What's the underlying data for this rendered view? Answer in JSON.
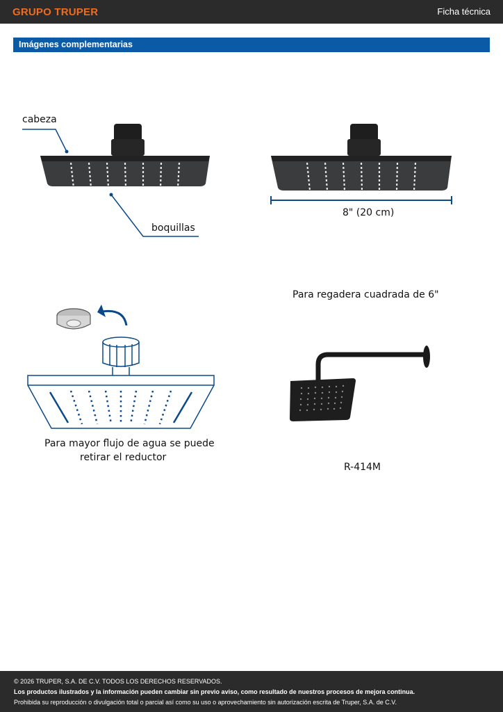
{
  "header": {
    "brand": "GRUPO TRUPER",
    "doc_type": "Ficha técnica"
  },
  "section": {
    "title": "Imágenes complementarias"
  },
  "figures": {
    "parts": {
      "label_head": "cabeza",
      "label_nozzles": "boquillas"
    },
    "dimension": {
      "label": "8\" (20 cm)"
    },
    "reducer": {
      "caption_line1": "Para mayor flujo de agua se puede",
      "caption_line2": "retirar el reductor"
    },
    "arm": {
      "title": "Para regadera cuadrada de 6\"",
      "model": "R-414M"
    }
  },
  "footer": {
    "copyright": "© 2026 TRUPER, S.A. DE C.V. TODOS LOS DERECHOS RESERVADOS.",
    "notice": "Los productos ilustrados y la información pueden cambiar sin previo aviso, como resultado de nuestros procesos de mejora continua.",
    "legal": "Prohibida su reproducción o divulgación total o parcial así como su uso o aprovechamiento sin autorización escrita de Truper, S.A. de C.V."
  }
}
